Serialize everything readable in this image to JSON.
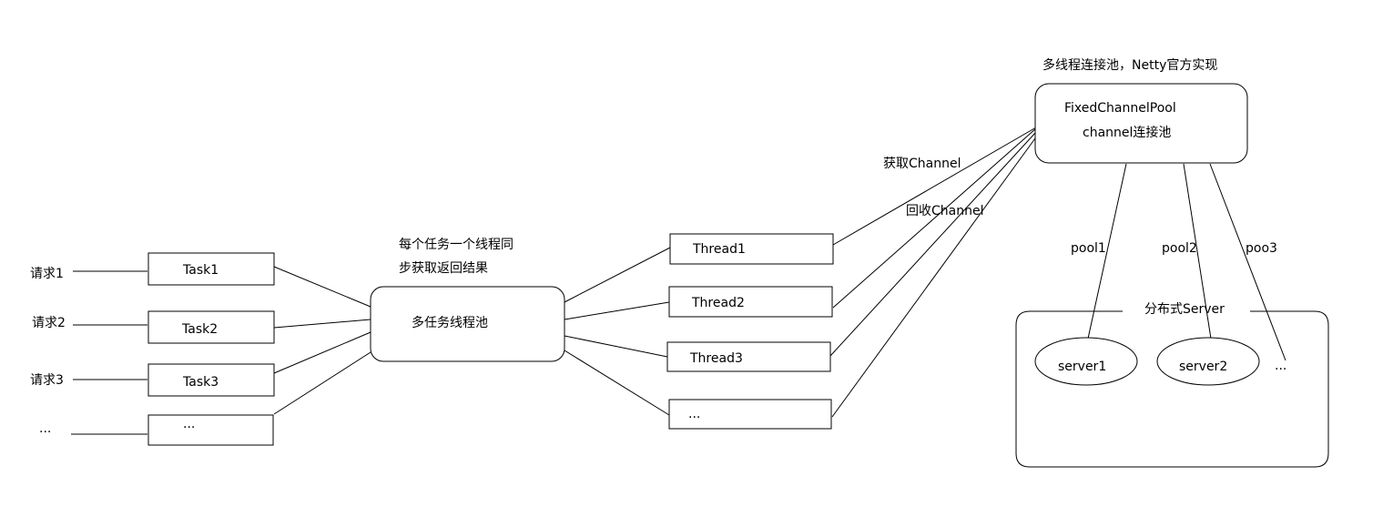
{
  "requests": [
    "请求1",
    "请求2",
    "请求3",
    "..."
  ],
  "tasks": [
    "Task1",
    "Task2",
    "Task3",
    "..."
  ],
  "pool": {
    "note_line1": "每个任务一个线程同",
    "note_line2": "步获取返回结果",
    "label": "多任务线程池"
  },
  "threads": [
    "Thread1",
    "Thread2",
    "Thread3",
    "..."
  ],
  "channel_pool": {
    "caption": "多线程连接池，Netty官方实现",
    "name": "FixedChannelPool",
    "desc": "channel连接池",
    "acquire_label": "获取Channel",
    "release_label": "回收Channel"
  },
  "pool_links": [
    "pool1",
    "pool2",
    "poo3"
  ],
  "distributed": {
    "label": "分布式Server",
    "servers": [
      "server1",
      "server2",
      "..."
    ]
  }
}
